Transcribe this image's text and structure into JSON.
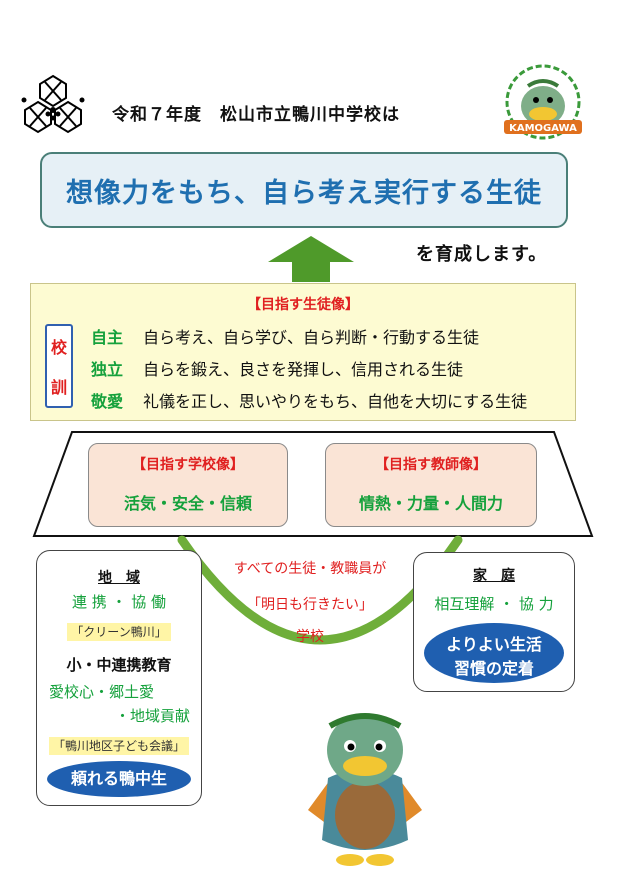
{
  "header": {
    "title": "令和７年度　松山市立鴨川中学校は",
    "mascot_badge_text": "KAMOGAWA"
  },
  "goal": {
    "text": "想像力をもち、自ら考え実行する生徒"
  },
  "ikusei": "を育成します。",
  "student_image": {
    "heading": "【目指す生徒像】",
    "kokun": [
      "校",
      "訓"
    ],
    "mottos": [
      {
        "key": "自主",
        "desc": "自ら考え、自ら学び、自ら判断・行動する生徒"
      },
      {
        "key": "独立",
        "desc": "自らを鍛え、良さを発揮し、信用される生徒"
      },
      {
        "key": "敬愛",
        "desc": "礼儀を正し、思いやりをもち、自他を大切にする生徒"
      }
    ]
  },
  "school_image": {
    "heading": "【目指す学校像】",
    "body": "活気・安全・信頼"
  },
  "teacher_image": {
    "heading": "【目指す教師像】",
    "body": "情熱・力量・人間力"
  },
  "community": {
    "title": "地　域",
    "body": "連 携 ・ 協 働",
    "tag1": "「クリーン鴨川」",
    "subtitle": "小・中連携教育",
    "line1": "愛校心・郷土愛",
    "line2": "・地域貢献",
    "tag2": "「鴨川地区子ども会議」",
    "oval": "頼れる鴨中生"
  },
  "center": {
    "line1": "すべての生徒・教職員が",
    "line2": "「明日も行きたい」",
    "line3": "学校"
  },
  "home": {
    "title": "家　庭",
    "body": "相互理解 ・ 協 力",
    "oval_line1": "よりよい生活",
    "oval_line2": "習慣の定着"
  },
  "colors": {
    "accent_blue": "#1f6fb0",
    "heading_red": "#e02020",
    "motto_green": "#15a13c",
    "arrow_green": "#4f9a2a",
    "oval_blue": "#1f5fb0"
  },
  "icons": [
    "school-crest-icon",
    "kamogawa-mascot-logo",
    "kamogawa-mascot-character"
  ]
}
